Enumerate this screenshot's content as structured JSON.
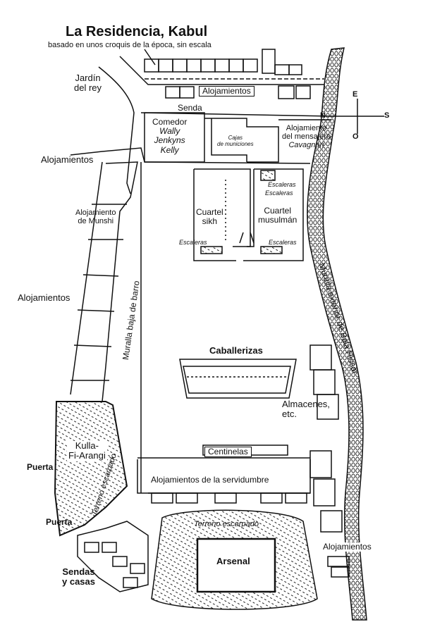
{
  "title": "La Residencia, Kabul",
  "subtitle": "basado en unos croquis de la época, sin escala",
  "compass": {
    "north": "N",
    "south": "S",
    "east": "E",
    "west": "O"
  },
  "labels": {
    "jardin_line1": "Jardín",
    "jardin_line2": "del rey",
    "alojamientos_top": "Alojamientos",
    "senda": "Senda",
    "comedor": "Comedor",
    "comedor_names": [
      "Wally",
      "Jenkyns",
      "Kelly"
    ],
    "cajas_line1": "Cajas",
    "cajas_line2": "de municiones",
    "mensajero_line1": "Alojamiento",
    "mensajero_line2": "del mensajero",
    "mensajero_line3": "Cavagnari",
    "alojamientos_left1": "Alojamientos",
    "munshi_line1": "Alojamiento",
    "munshi_line2": "de Munshi",
    "cuartel_sikh_line1": "Cuartel",
    "cuartel_sikh_line2": "sikh",
    "cuartel_musulman_line1": "Cuartel",
    "cuartel_musulman_line2": "musulmán",
    "escaleras": "Escaleras",
    "alojamientos_left2": "Alojamientos",
    "muralla_barro": "Muralla baja de barro",
    "muralla_exterior": "Muralla exterior de Bala Hissar",
    "caballerizas": "Caballerizas",
    "almacenes_line1": "Almacenes,",
    "almacenes_line2": "etc.",
    "kulla_line1": "Kulla-",
    "kulla_line2": "Fi-Arangi",
    "puerta": "Puerta",
    "terreno_escarpado_line1": "Terreno",
    "terreno_escarpado_line2": "escarpado",
    "centinelas": "Centinelas",
    "servidumbre": "Alojamientos de la servidumbre",
    "terreno_escarpado_arsenal": "Terreno escarpado",
    "arsenal": "Arsenal",
    "alojamientos_right": "Alojamientos",
    "sendas_line1": "Sendas",
    "sendas_line2": "y casas"
  }
}
